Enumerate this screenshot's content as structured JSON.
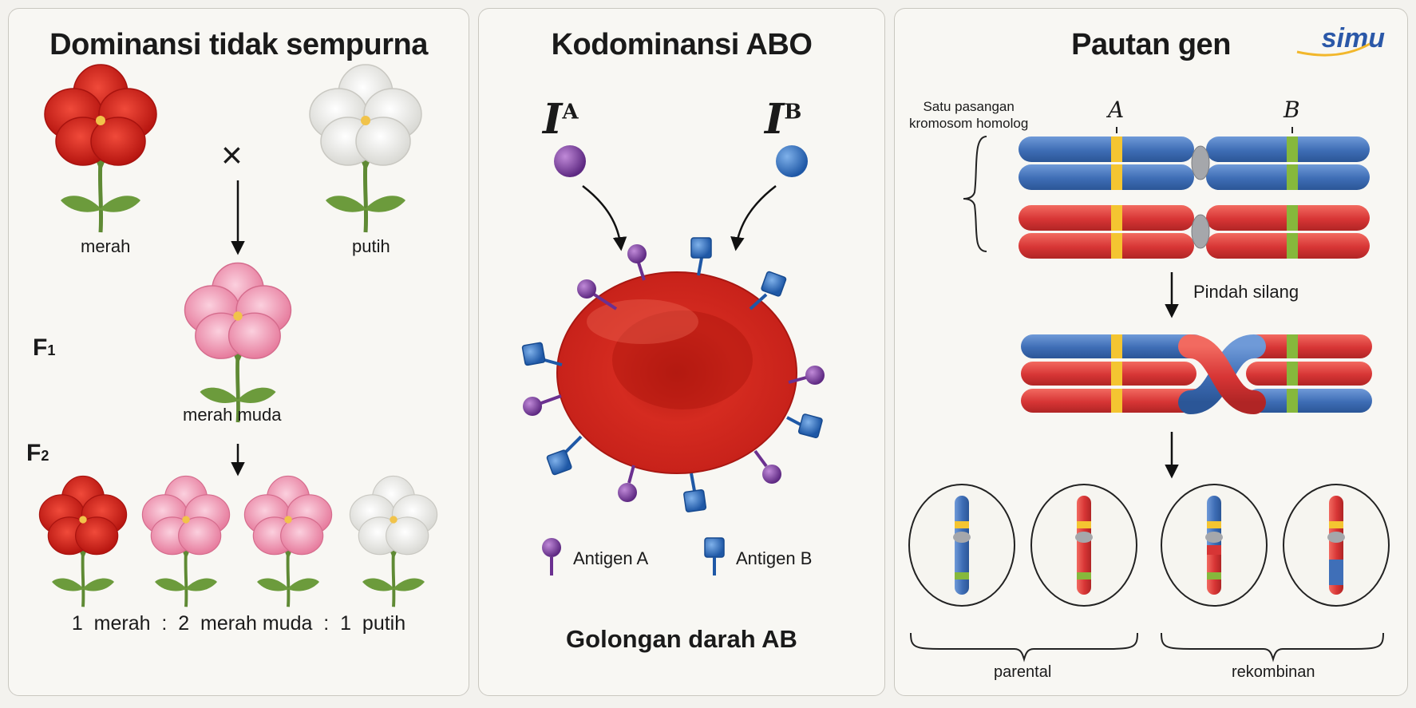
{
  "panels": {
    "incomplete": {
      "title": "Dominansi tidak sempurna",
      "cross_symbol": "×",
      "parent_left": "merah",
      "parent_right": "putih",
      "f1_label": "F",
      "f1_sub": "1",
      "f1_flower": "merah muda",
      "f2_label": "F",
      "f2_sub": "2",
      "ratio": "1  merah  :  2  merah muda  :  1  putih"
    },
    "codominance": {
      "title": "Kodominansi ABO",
      "allele_a": "I",
      "allele_a_sup": "A",
      "allele_b": "I",
      "allele_b_sup": "B",
      "legend_a": "Antigen A",
      "legend_b": "Antigen B",
      "blood_type": "Golongan darah AB"
    },
    "linkage": {
      "title": "Pautan gen",
      "logo": "simu",
      "homolog_label_1": "Satu pasangan",
      "homolog_label_2": "kromosom homolog",
      "gene_a": "A",
      "gene_b": "B",
      "crossover": "Pindah silang",
      "parental": "parental",
      "recombinant": "rekombinan"
    }
  },
  "colors": {
    "red_flower": "#d8221f",
    "pink_flower": "#f19bb5",
    "white_flower": "#f4f4f1",
    "antigen_a": "#7b3fa0",
    "antigen_b": "#2f6fc0",
    "rbc": "#d42a22",
    "chrom_blue": "#3f6fb8",
    "chrom_red": "#d73535",
    "band_yellow": "#f4c531",
    "band_green": "#86b83c"
  },
  "icons": [
    "flower-icon",
    "arrow-down-icon",
    "antigen-a-icon",
    "antigen-b-icon",
    "red-blood-cell-icon",
    "chromosome-icon",
    "brace-icon"
  ]
}
